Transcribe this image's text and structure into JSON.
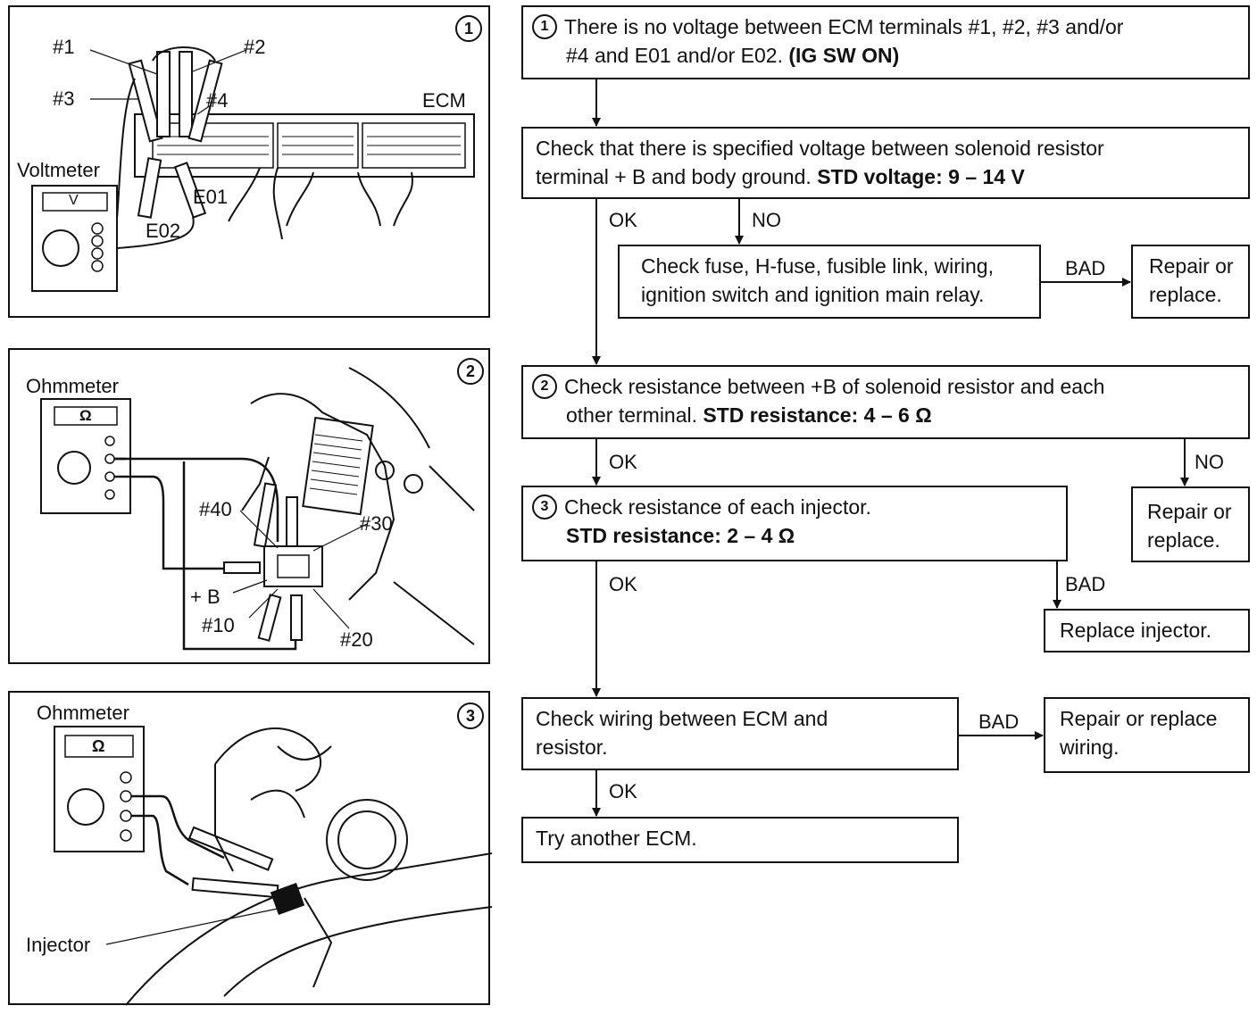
{
  "panels": {
    "p1": {
      "number": "1",
      "labels": {
        "t1": "#1",
        "t2": "#2",
        "t3": "#3",
        "t4": "#4",
        "ecm": "ECM",
        "voltmeter": "Voltmeter",
        "v": "V",
        "e01": "E01",
        "e02": "E02"
      }
    },
    "p2": {
      "number": "2",
      "labels": {
        "ohmmeter": "Ohmmeter",
        "omega": "Ω",
        "t40": "#40",
        "t30": "#30",
        "b": "+ B",
        "t10": "#10",
        "t20": "#20"
      }
    },
    "p3": {
      "number": "3",
      "labels": {
        "ohmmeter": "Ohmmeter",
        "omega": "Ω",
        "injector": "Injector"
      }
    }
  },
  "flow": {
    "box1": {
      "num": "1",
      "line1": "There is no voltage between ECM terminals #1, #2, #3 and/or",
      "line2": "#4 and E01 and/or E02.",
      "line2_bold": "(IG SW ON)"
    },
    "box2": {
      "line1": "Check that there is specified voltage between solenoid resistor",
      "line2": "terminal + B and body ground.",
      "line2_bold": "STD voltage:   9 – 14 V"
    },
    "box3": {
      "line1": "Check fuse, H-fuse, fusible link, wiring,",
      "line2": "ignition switch and ignition main relay."
    },
    "box4": {
      "line1": "Repair or",
      "line2": "replace."
    },
    "box5": {
      "num": "2",
      "line1": "Check resistance between +B of solenoid resistor and each",
      "line2": "other terminal.",
      "line2_bold": "STD resistance:   4 – 6 Ω"
    },
    "box6": {
      "line1": "Repair or",
      "line2": "replace."
    },
    "box7": {
      "num": "3",
      "line1": "Check resistance of each injector.",
      "line2_bold": "STD resistance:   2 – 4  Ω"
    },
    "box8": {
      "line1": "Replace injector."
    },
    "box9": {
      "line1": "Check wiring between ECM and",
      "line2": "resistor."
    },
    "box10": {
      "line1": "Repair or replace",
      "line2": "wiring."
    },
    "box11": {
      "line1": "Try another ECM."
    },
    "labels": {
      "ok1": "OK",
      "no1": "NO",
      "bad1": "BAD",
      "ok2": "OK",
      "no2": "NO",
      "ok3": "OK",
      "bad2": "BAD",
      "bad3": "BAD",
      "ok4": "OK"
    }
  }
}
